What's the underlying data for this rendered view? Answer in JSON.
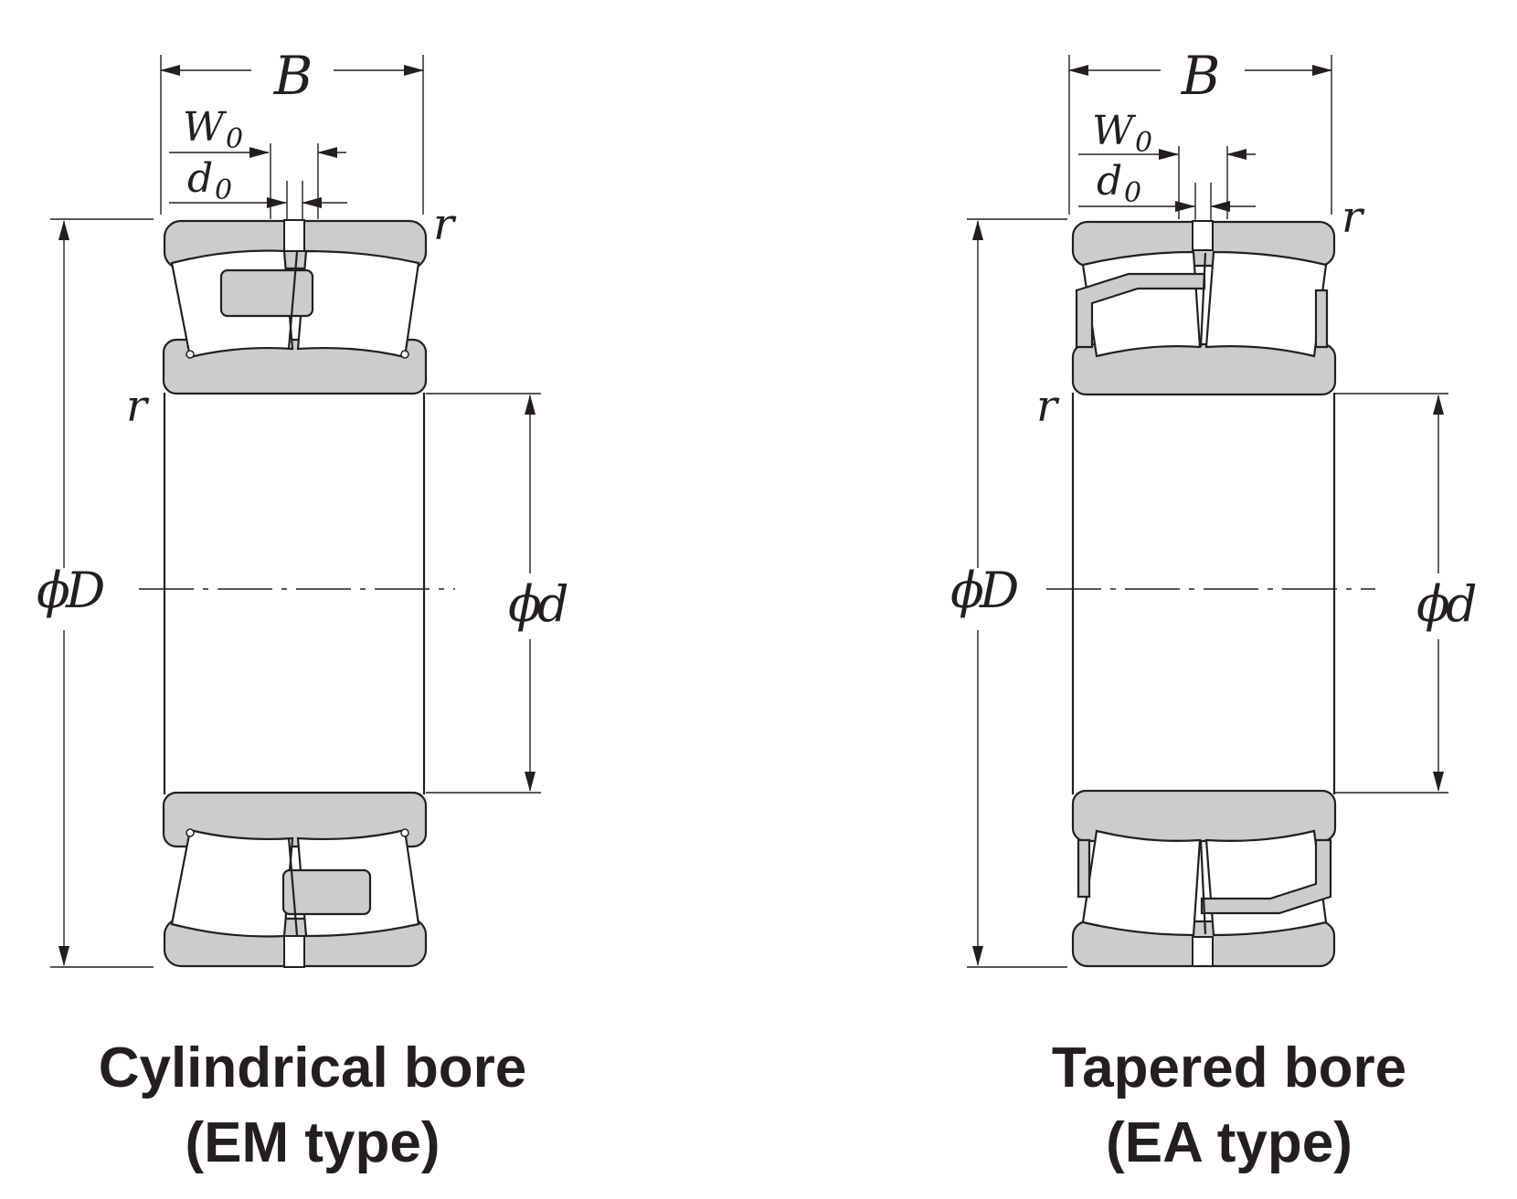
{
  "left": {
    "labels": {
      "width": "B",
      "groove_width": "W",
      "groove_width_sub": "0",
      "hole_dia": "d",
      "hole_dia_sub": "0",
      "chamfer_top": "r",
      "chamfer_bottom": "r",
      "outer_dia_phi": "ϕ",
      "outer_dia": "D",
      "bore_dia_phi": "ϕ",
      "bore_dia": "d"
    },
    "caption_line1": "Cylindrical bore",
    "caption_line2": "(EM type)"
  },
  "right": {
    "labels": {
      "width": "B",
      "groove_width": "W",
      "groove_width_sub": "0",
      "hole_dia": "d",
      "hole_dia_sub": "0",
      "chamfer_top": "r",
      "chamfer_bottom": "r",
      "outer_dia_phi": "ϕ",
      "outer_dia": "D",
      "bore_dia_phi": "ϕ",
      "bore_dia": "d"
    },
    "caption_line1": "Tapered bore",
    "caption_line2": "(EA type)"
  },
  "colors": {
    "line": "#231f20",
    "ring_fill": "#cccccc"
  }
}
